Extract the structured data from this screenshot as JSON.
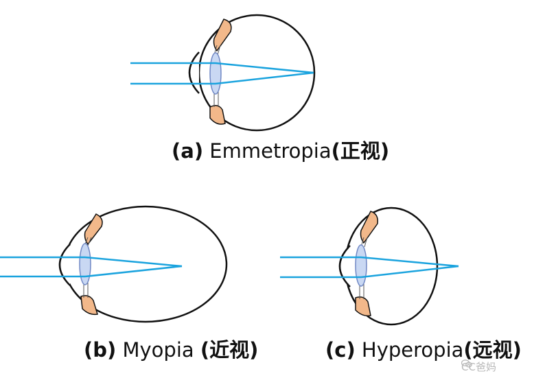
{
  "colors": {
    "ray": "#1aa3de",
    "lens_fill": "#c9d8f3",
    "lens_stroke": "#6f87c4",
    "muscle": "#f2b88a",
    "outline": "#111111",
    "watermark": "#b8b8b8"
  },
  "panels": [
    {
      "id": "a",
      "tag": "(a)",
      "name": "Emmetropia",
      "cn": "(正视)",
      "focus": "on-retina"
    },
    {
      "id": "b",
      "tag": "(b)",
      "name": "Myopia",
      "cn": "(近视)",
      "focus": "in-front-of-retina"
    },
    {
      "id": "c",
      "tag": "(c)",
      "name": "Hyperopia",
      "cn": "(远视)",
      "focus": "behind-retina"
    }
  ],
  "watermark": {
    "text": "CC爸妈",
    "icon": "wechat-official-icon"
  }
}
